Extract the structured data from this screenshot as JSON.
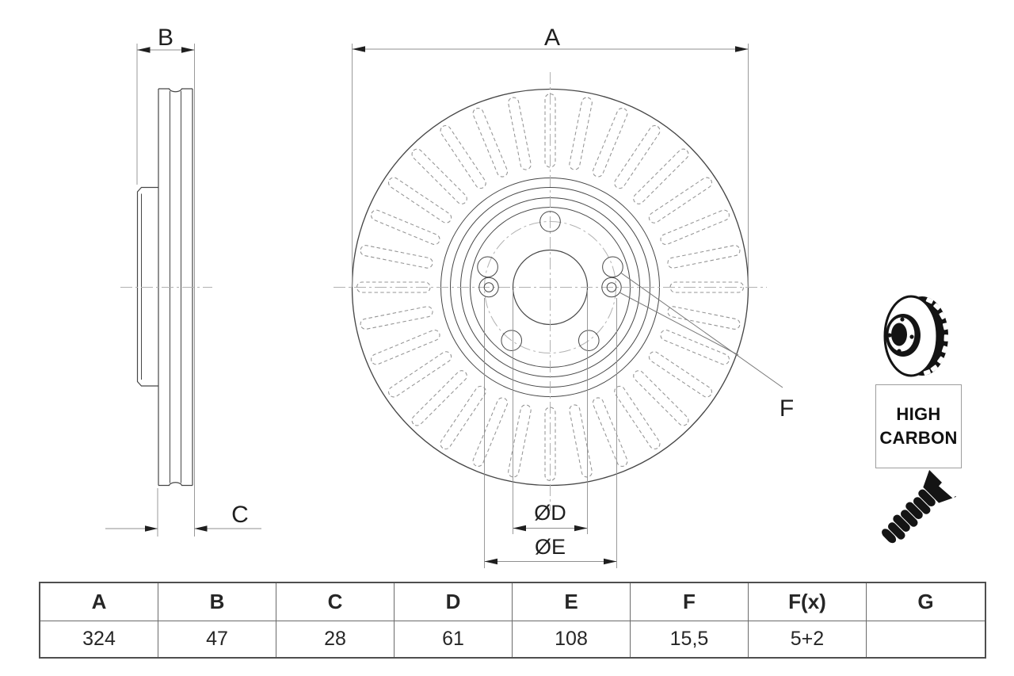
{
  "drawing": {
    "labels": {
      "a": "A",
      "b": "B",
      "c": "C",
      "f": "F",
      "d": "ØD",
      "e": "ØE"
    },
    "slot_count": 32,
    "bolt_hole_count": 5,
    "pin_hole_count": 2
  },
  "badge": {
    "line1": "HIGH",
    "line2": "CARBON"
  },
  "icons": {
    "disc": "brake-disc-icon",
    "screw": "countersunk-screw-icon"
  },
  "table": {
    "headers": [
      "A",
      "B",
      "C",
      "D",
      "E",
      "F",
      "F(x)",
      "G"
    ],
    "values": [
      "324",
      "47",
      "28",
      "61",
      "108",
      "15,5",
      "5+2",
      ""
    ]
  }
}
